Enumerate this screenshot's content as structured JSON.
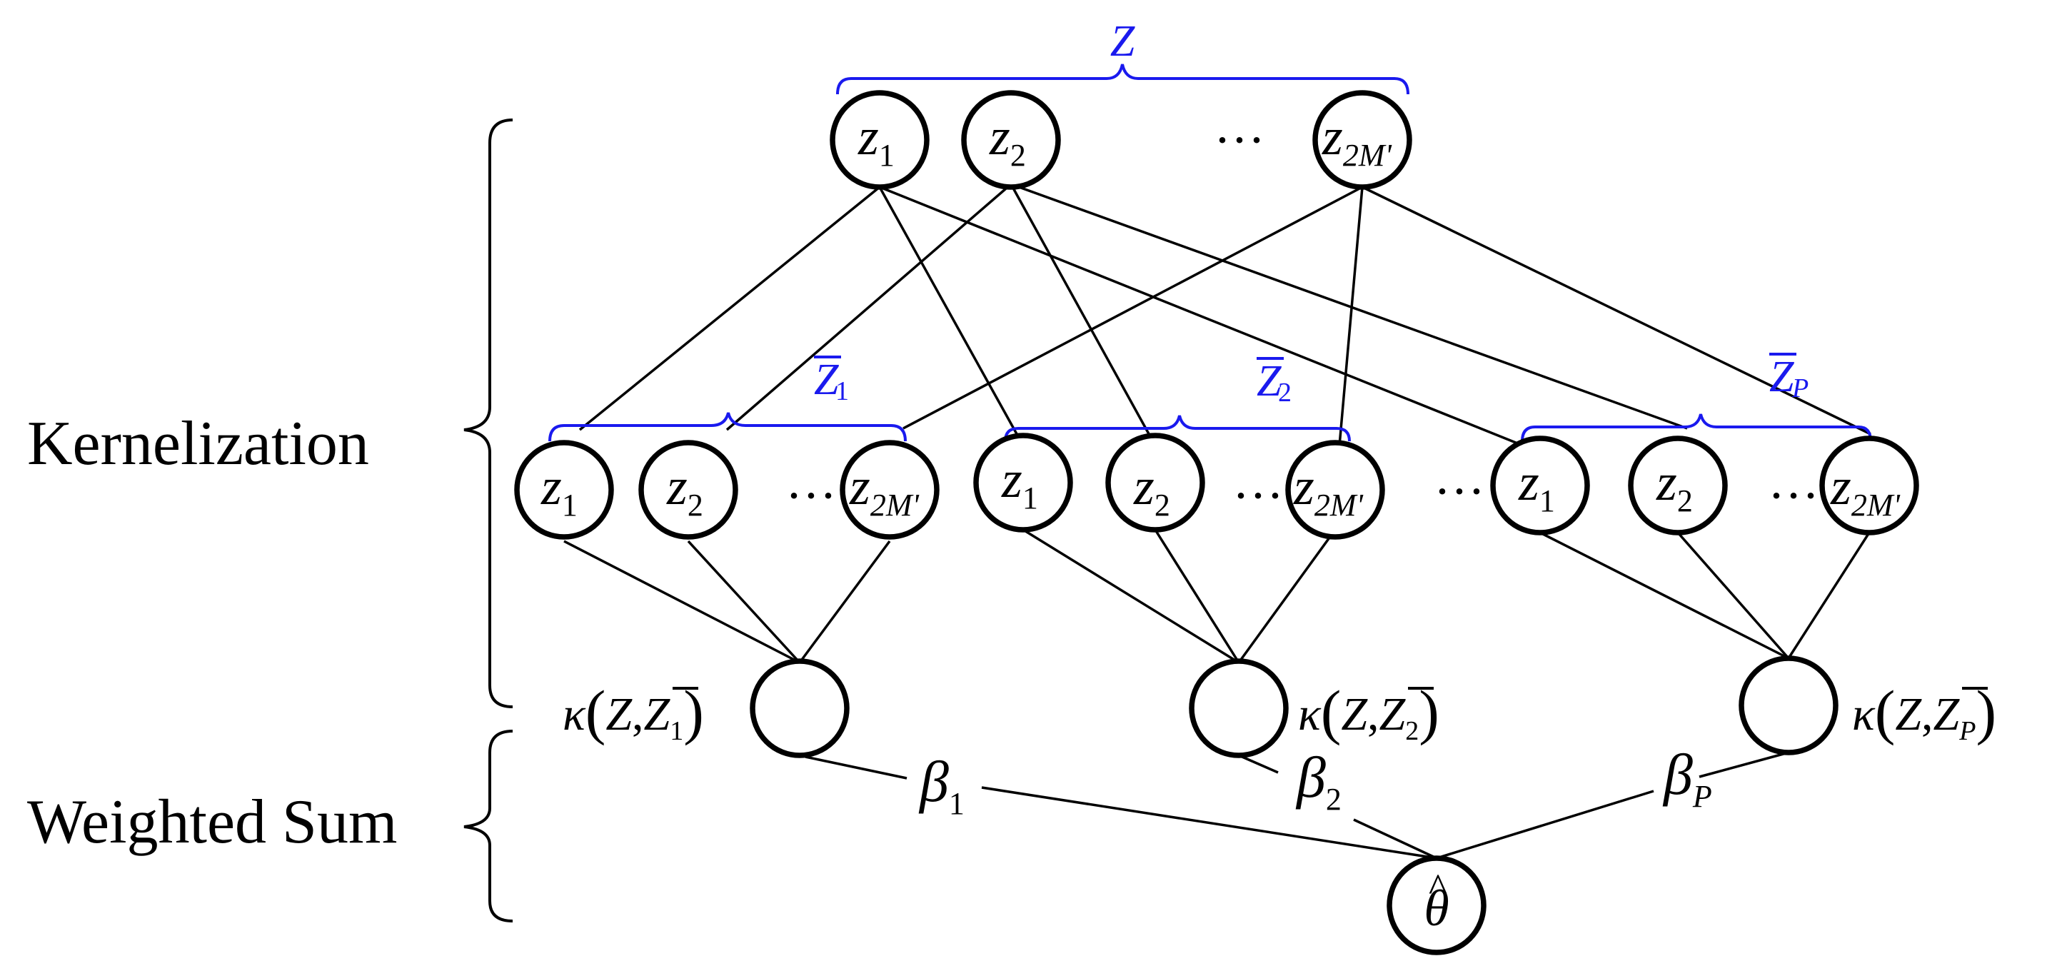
{
  "labels": {
    "kernelization": "Kernelization",
    "weighted_sum": "Weighted Sum"
  },
  "top_group": {
    "brace_label": "Z",
    "nodes": [
      {
        "var": "z",
        "sub": "1"
      },
      {
        "var": "z",
        "sub": "2"
      },
      {
        "var": "z",
        "sub": "2M'"
      }
    ],
    "ellipsis": "···"
  },
  "groups": [
    {
      "brace_var": "Z",
      "brace_sub": "1",
      "nodes": [
        {
          "var": "z",
          "sub": "1"
        },
        {
          "var": "z",
          "sub": "2"
        },
        {
          "var": "z",
          "sub": "2M'"
        }
      ],
      "ellipsis": "···",
      "kernel": {
        "kappa": "κ",
        "open": "(",
        "arg": "Z",
        "comma": ",",
        "zbar": "Z",
        "sub": "1",
        "close": ")"
      },
      "weight": {
        "symbol": "β",
        "sub": "1"
      }
    },
    {
      "brace_var": "Z",
      "brace_sub": "2",
      "nodes": [
        {
          "var": "z",
          "sub": "1"
        },
        {
          "var": "z",
          "sub": "2"
        },
        {
          "var": "z",
          "sub": "2M'"
        }
      ],
      "ellipsis": "···",
      "kernel": {
        "kappa": "κ",
        "open": "(",
        "arg": "Z",
        "comma": ",",
        "zbar": "Z",
        "sub": "2",
        "close": ")"
      },
      "weight": {
        "symbol": "β",
        "sub": "2"
      }
    },
    {
      "brace_var": "Z",
      "brace_sub": "P",
      "nodes": [
        {
          "var": "z",
          "sub": "1"
        },
        {
          "var": "z",
          "sub": "2"
        },
        {
          "var": "z",
          "sub": "2M'"
        }
      ],
      "ellipsis": "···",
      "kernel": {
        "kappa": "κ",
        "open": "(",
        "arg": "Z",
        "comma": ",",
        "zbar": "Z",
        "sub": "P",
        "close": ")"
      },
      "weight": {
        "symbol": "β",
        "sub": "P"
      }
    }
  ],
  "group_gap_ellipsis": "···",
  "output": {
    "symbol": "θ",
    "hat": "^"
  },
  "colors": {
    "brace": "#1a1aee",
    "ink": "#000000"
  }
}
